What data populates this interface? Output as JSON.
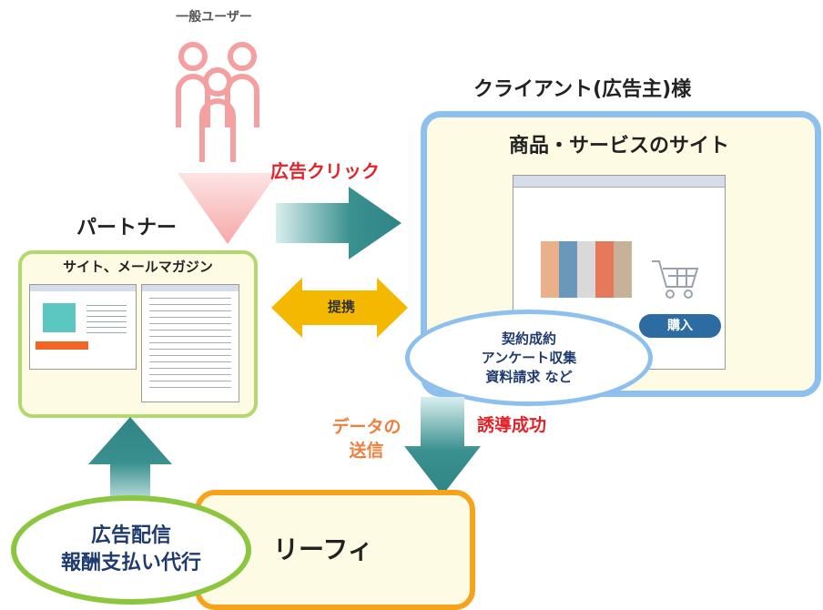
{
  "general_users": {
    "label": "一般ユーザー"
  },
  "client": {
    "title": "クライアント(広告主)様",
    "site_title": "商品・サービスのサイト",
    "purchase_button": "購入"
  },
  "outcomes": {
    "lines": [
      "契約成約",
      "アンケート収集",
      "資料請求 など"
    ]
  },
  "flows": {
    "ad_click": "広告クリック",
    "alliance": "提携",
    "data_send_line1": "データの",
    "data_send_line2": "送信",
    "conversion": "誘導成功"
  },
  "partner": {
    "title": "パートナー",
    "subtitle": "サイト、メールマガジン"
  },
  "leafy": {
    "label": "リーフィ"
  },
  "services": {
    "line1": "広告配信",
    "line2": "報酬支払い代行"
  },
  "colors": {
    "users_pink": "#f4a0a0",
    "arrow_teal": "#3a8f8f",
    "alliance_yellow": "#f5b800",
    "client_border": "#8ec0ee",
    "partner_border": "#b3d86d",
    "leafy_border": "#f7a21b",
    "service_border": "#8cc63f",
    "red_text": "#e0242a",
    "orange_text": "#ef7f3c"
  }
}
